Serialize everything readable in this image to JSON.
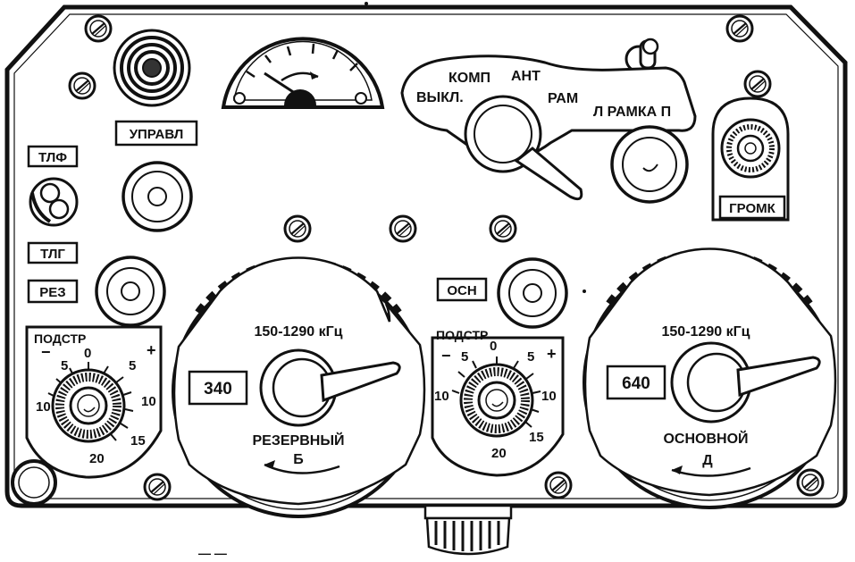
{
  "labels": {
    "tlf": "ТЛФ",
    "tlg": "ТЛГ",
    "rez": "РЕЗ",
    "upravl": "УПРАВЛ",
    "gromk": "ГРОМК",
    "osn": "ОСН",
    "vykl": "ВЫКЛ.",
    "komp": "КОМП",
    "ant": "АНТ",
    "ram": "РАМ",
    "ramka": "Л РАМКА П"
  },
  "left_trim": {
    "title": "ПОДСТР",
    "minus": "−",
    "plus": "+",
    "ticks": [
      "5",
      "0",
      "5",
      "10",
      "10",
      "15",
      "20"
    ]
  },
  "right_trim": {
    "title": "ПОДСТР",
    "minus": "−",
    "plus": "+",
    "ticks": [
      "5",
      "0",
      "5",
      "10",
      "10",
      "15",
      "20"
    ]
  },
  "reserve_dial": {
    "range": "150-1290 кГц",
    "reading": "340",
    "name": "РЕЗЕРВНЫЙ",
    "letter": "Б"
  },
  "main_dial": {
    "range": "150-1290 кГц",
    "reading": "640",
    "name": "ОСНОВНОЙ",
    "letter": "Д"
  },
  "footer_mark": "— —"
}
